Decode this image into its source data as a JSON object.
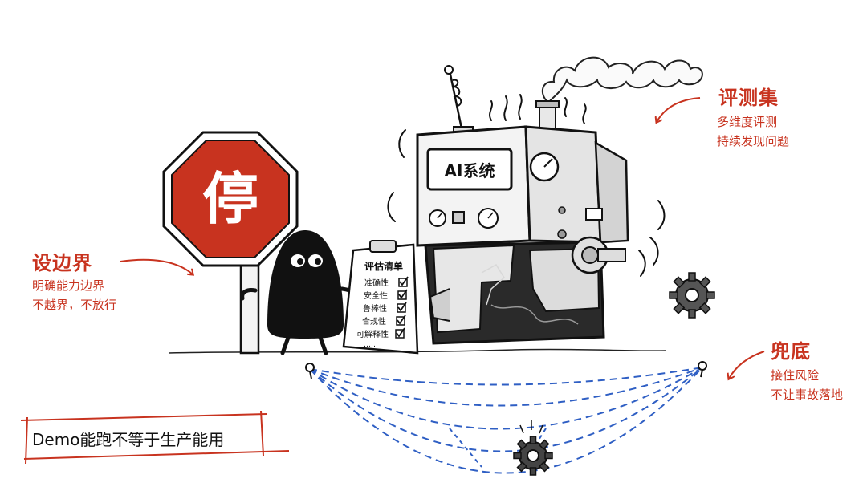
{
  "stop_sign": {
    "label": "停"
  },
  "machine": {
    "label": "AI系统"
  },
  "checklist": {
    "title": "评估清单",
    "items": [
      "准确性",
      "安全性",
      "鲁棒性",
      "合规性",
      "可解释性"
    ],
    "ellipsis": "……"
  },
  "callouts": {
    "boundary": {
      "title": "设边界",
      "lines": [
        "明确能力边界",
        "不越界，不放行"
      ]
    },
    "evaluation": {
      "title": "评测集",
      "lines": [
        "多维度评测",
        "持续发现问题"
      ]
    },
    "safety_net": {
      "title": "兜底",
      "lines": [
        "接住风险",
        "不让事故落地"
      ]
    }
  },
  "tagline": "Demo能跑不等于生产能用",
  "colors": {
    "accent": "#c8331f",
    "sign": "#c8331f",
    "net": "#2f5fc4",
    "ink": "#111111"
  }
}
